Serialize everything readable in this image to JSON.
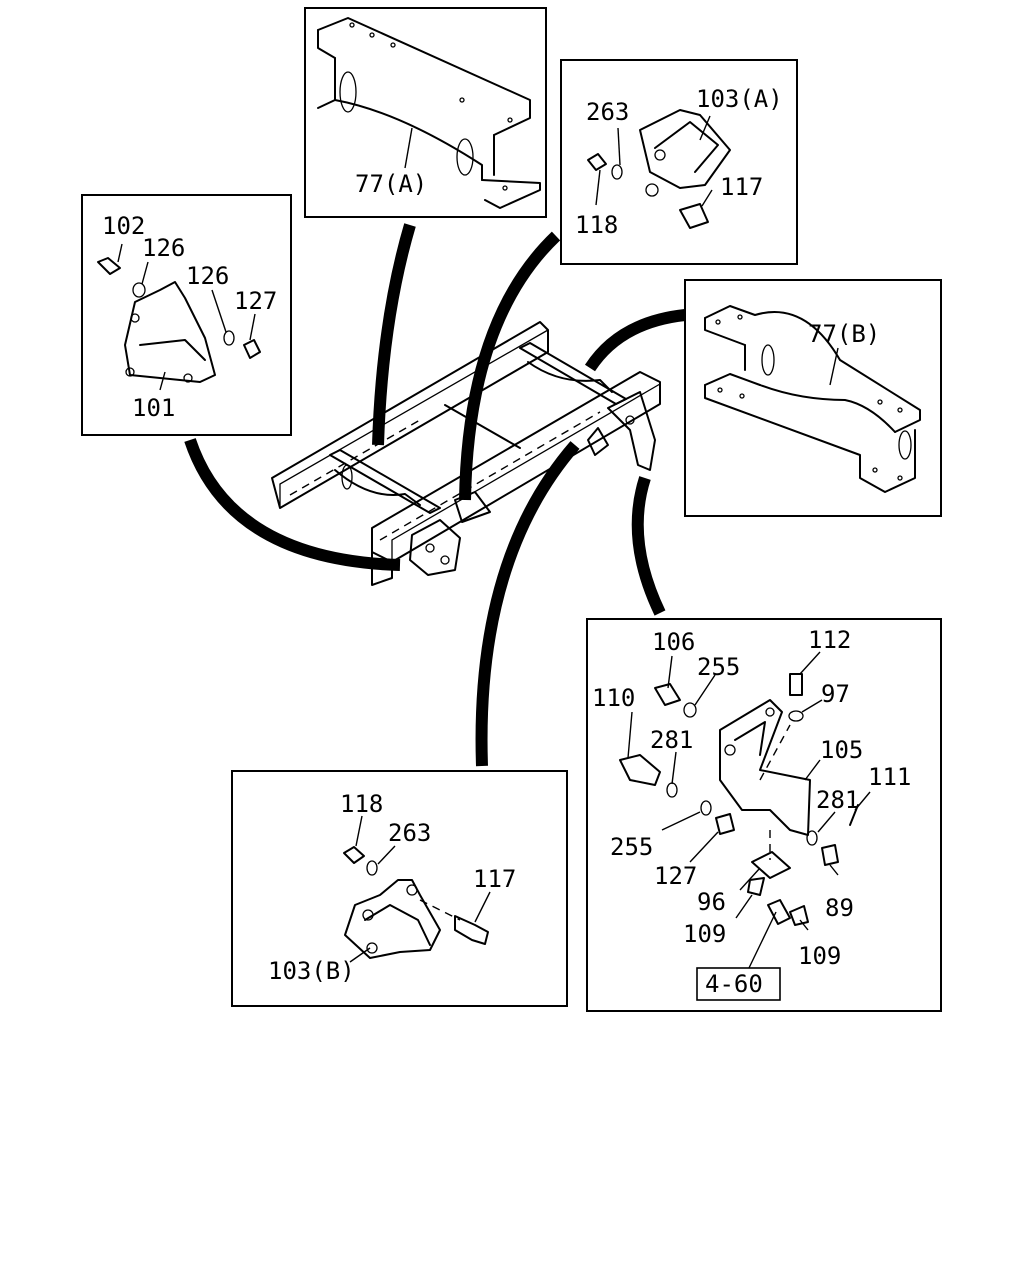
{
  "diagram": {
    "detail_frames": {
      "crossmember_a": {
        "label": "77(A)"
      },
      "crossmember_b": {
        "label": "77(B)"
      },
      "bracket_a": {
        "labels": {
          "nut": "118",
          "washer": "263",
          "bracket": "103(A)",
          "bolt": "117"
        }
      },
      "bracket_b": {
        "labels": {
          "nut": "118",
          "washer": "263",
          "bracket": "103(B)",
          "bolt": "117"
        }
      },
      "front_bracket": {
        "labels": {
          "bolt": "102",
          "washer_1": "126",
          "washer_2": "126",
          "nut": "127",
          "bracket": "101"
        }
      },
      "rear_hanger": {
        "labels": {
          "bolt_106": "106",
          "washer_255_top": "255",
          "bolt_112": "112",
          "washer_97": "97",
          "bolt_110": "110",
          "washer_281_left": "281",
          "hanger": "105",
          "pin_111": "111",
          "washer_281_right": "281",
          "washer_255_bottom": "255",
          "nut_127": "127",
          "plate_96": "96",
          "nut_89": "89",
          "bushing_109_left": "109",
          "bushing_109_right": "109"
        },
        "reference_box": "4-60"
      }
    }
  }
}
